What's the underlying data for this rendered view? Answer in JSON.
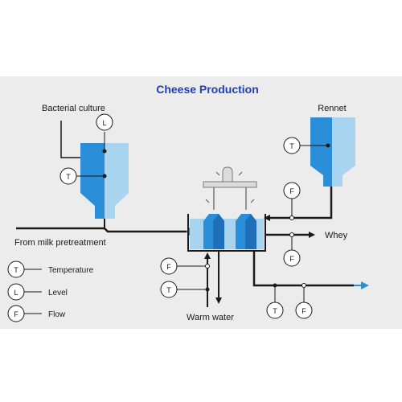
{
  "title": "Cheese Production",
  "labels": {
    "bacterial_culture": "Bacterial culture",
    "rennet": "Rennet",
    "from_milk": "From milk pretreatment",
    "whey": "Whey",
    "warm_water": "Warm water"
  },
  "instrument_letters": {
    "level": "L",
    "temperature": "T",
    "flow": "F"
  },
  "legend": [
    {
      "symbol": "T",
      "label": "Temperature"
    },
    {
      "symbol": "L",
      "label": "Level"
    },
    {
      "symbol": "F",
      "label": "Flow"
    }
  ],
  "colors": {
    "background_panel": "#ececec",
    "title": "#1f3fb8",
    "tank_blue": "#2a8fd8",
    "tank_light": "#a8d4ef",
    "pipe": "#1a1a1a",
    "flow_arrow": "#2a8fd8"
  }
}
